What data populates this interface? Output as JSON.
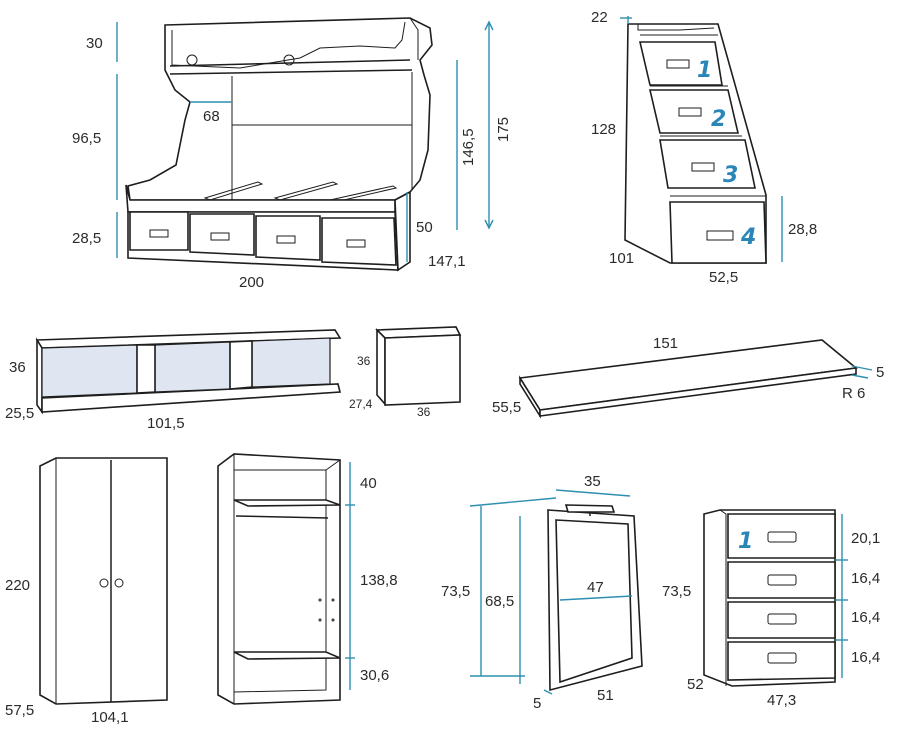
{
  "bunk_bed": {
    "h_top": "30",
    "h_mid": "96,5",
    "h_bottom": "28,5",
    "w_gap": "68",
    "length": "200",
    "h_total_inner": "146,5",
    "h_total": "175",
    "h_drawer": "50",
    "depth": "147,1"
  },
  "stairs": {
    "top": "22",
    "height": "128",
    "depth": "101",
    "width": "52,5",
    "step_h": "28,8",
    "steps": [
      "1",
      "2",
      "3",
      "4"
    ]
  },
  "shelf": {
    "height": "36",
    "depth": "25,5",
    "width": "101,5"
  },
  "cube": {
    "height": "36",
    "depth": "27,4",
    "width": "36"
  },
  "desk_top": {
    "length": "151",
    "depth": "55,5",
    "thickness": "5",
    "radius": "R 6"
  },
  "wardrobe": {
    "height": "220",
    "depth": "57,5",
    "width": "104,1"
  },
  "wardrobe_inner": {
    "top": "40",
    "middle": "138,8",
    "bottom": "30,6"
  },
  "desk_frame": {
    "width_top": "35",
    "height_outer": "73,5",
    "height_inner": "68,5",
    "inner_width": "47",
    "thickness": "5",
    "depth": "51"
  },
  "drawer_unit": {
    "drawer_label": "1",
    "h_top": "20,1",
    "h_d2": "16,4",
    "h_d3": "16,4",
    "h_d4": "16,4",
    "height": "73,5",
    "depth": "52",
    "width": "47,3"
  }
}
